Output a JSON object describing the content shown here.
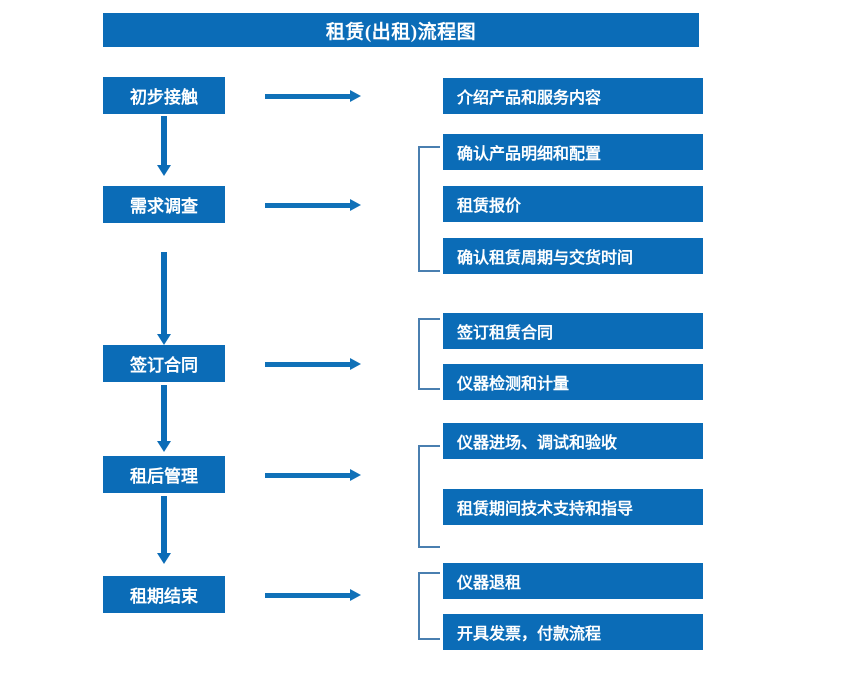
{
  "title": {
    "text": "租赁(出租)流程图"
  },
  "colors": {
    "primary_blue": "#0b6cb7",
    "arrow_blue": "#1071b8",
    "bracket_blue": "#4a7fb0",
    "box_text": "#ffffff",
    "background": "#ffffff"
  },
  "stages": [
    {
      "label": "初步接触",
      "arrow_label": "flow-arrow-right",
      "details": [
        "介绍产品和服务内容"
      ],
      "has_bracket": false
    },
    {
      "label": "需求调查",
      "arrow_label": "flow-arrow-right",
      "details": [
        "确认产品明细和配置",
        "租赁报价",
        "确认租赁周期与交货时间"
      ],
      "has_bracket": true
    },
    {
      "label": "签订合同",
      "arrow_label": "flow-arrow-right",
      "details": [
        "签订租赁合同",
        "仪器检测和计量"
      ],
      "has_bracket": true
    },
    {
      "label": "租后管理",
      "arrow_label": "flow-arrow-right",
      "details": [
        "仪器进场、调试和验收",
        "租赁期间技术支持和指导"
      ],
      "has_bracket": true
    },
    {
      "label": "租期结束",
      "arrow_label": "flow-arrow-right",
      "details": [
        "仪器退租",
        "开具发票，付款流程"
      ],
      "has_bracket": true
    }
  ],
  "connectors": {
    "down_arrow_name": "stage-down-arrow",
    "count": 4
  }
}
